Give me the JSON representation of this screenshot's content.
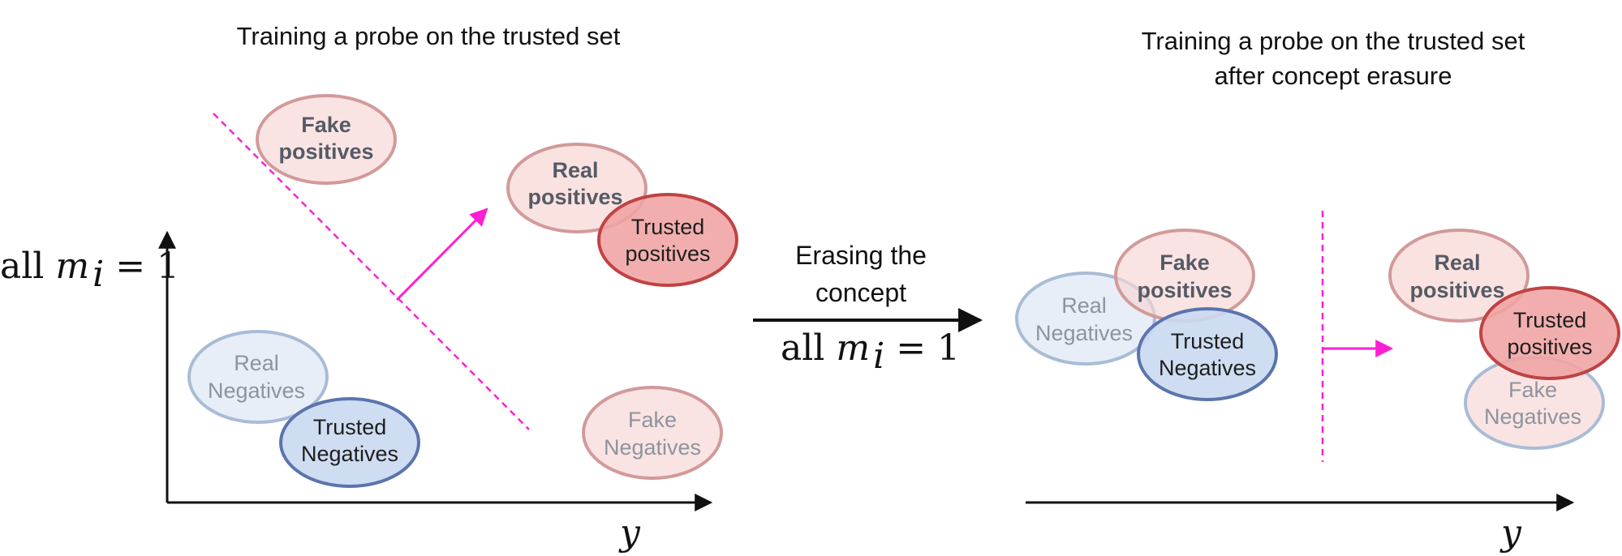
{
  "left_panel": {
    "title": "Training a probe on the trusted set",
    "y_axis_label": {
      "text": "all",
      "var": "m",
      "sub": "i",
      "rhs": "= 1"
    },
    "x_axis_label": "y",
    "clusters": {
      "fake_positives": [
        "Fake",
        "positives"
      ],
      "real_positives": [
        "Real",
        "positives"
      ],
      "trusted_positives": [
        "Trusted",
        "positives"
      ],
      "real_negatives": [
        "Real",
        "Negatives"
      ],
      "trusted_negatives": [
        "Trusted",
        "Negatives"
      ],
      "fake_negatives": [
        "Fake",
        "Negatives"
      ]
    }
  },
  "middle": {
    "arrow_label": [
      "Erasing the",
      "concept"
    ],
    "condition": {
      "text": "all",
      "var": "m",
      "sub": "i",
      "rhs": "= 1"
    }
  },
  "right_panel": {
    "title": [
      "Training a probe on the trusted set",
      "after concept erasure"
    ],
    "x_axis_label": "y",
    "clusters": {
      "real_negatives": [
        "Real",
        "Negatives"
      ],
      "fake_positives": [
        "Fake",
        "positives"
      ],
      "trusted_negatives": [
        "Trusted",
        "Negatives"
      ],
      "real_positives": [
        "Real",
        "positives"
      ],
      "trusted_positives": [
        "Trusted",
        "positives"
      ],
      "fake_negatives": [
        "Fake",
        "Negatives"
      ]
    }
  },
  "colors": {
    "probe_line": "#ff1fd2",
    "pos_fill": "#f8d6d4",
    "pos_stroke": "#d29a9a",
    "trusted_pos_fill": "#f0a3a3",
    "trusted_pos_stroke": "#bf4343",
    "neg_fill": "#e2eaf6",
    "neg_stroke": "#a9bcd6",
    "trusted_neg_fill": "#cad9f1",
    "trusted_neg_stroke": "#5b74ad"
  }
}
